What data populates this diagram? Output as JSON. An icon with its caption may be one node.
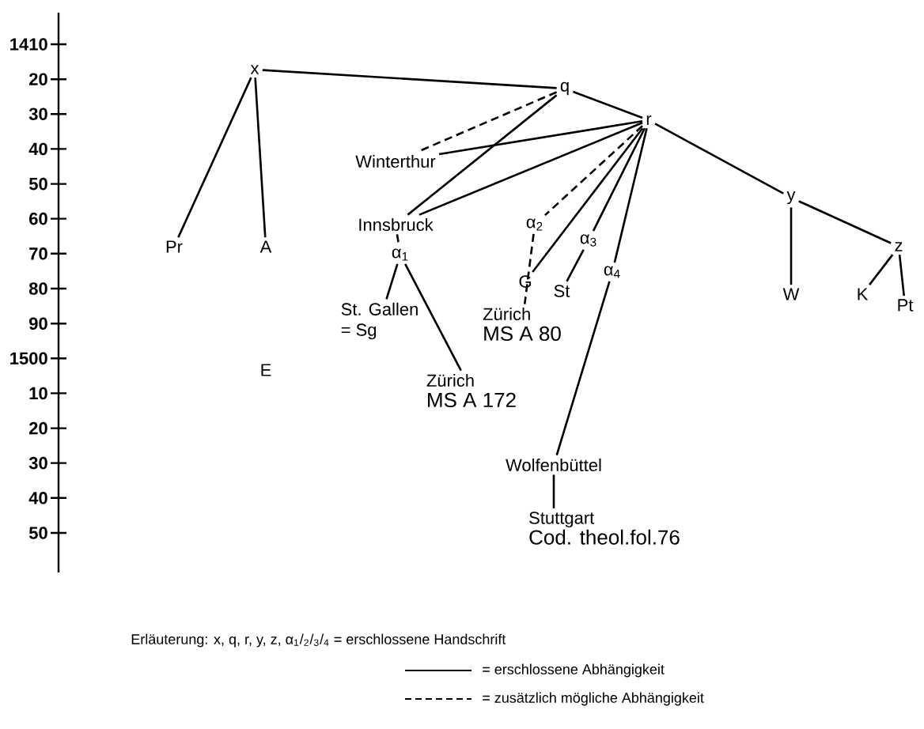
{
  "diagram": {
    "nodes": [
      {
        "text": [
          "x"
        ]
      },
      {
        "text": [
          "q"
        ]
      },
      {
        "text": [
          "r"
        ]
      },
      {
        "text": [
          "Winterthur"
        ]
      },
      {
        "text": [
          "Innsbruck"
        ]
      },
      {
        "text": [
          "α$_{1}$"
        ]
      },
      {
        "text": [
          "Pr"
        ]
      },
      {
        "text": [
          "A"
        ]
      },
      {
        "text": [
          "α$_{2}$"
        ]
      },
      {
        "text": [
          "G"
        ]
      },
      {
        "text": [
          "α$_{3}$"
        ]
      },
      {
        "text": [
          "St"
        ]
      },
      {
        "text": [
          "α$_{4}$"
        ]
      },
      {
        "text": [
          "St. Gallen",
          "= Sg"
        ]
      },
      {
        "text": [
          "Zürich",
          "MS A 80"
        ]
      },
      {
        "text": [
          "Zürich",
          "MS A 172"
        ]
      },
      {
        "text": [
          "Wolfenbüttel"
        ]
      },
      {
        "text": [
          "Stuttgart",
          "Cod. theol.fol.76"
        ]
      },
      {
        "text": [
          "y"
        ]
      },
      {
        "text": [
          "W"
        ]
      },
      {
        "text": [
          "z"
        ]
      },
      {
        "text": [
          "K"
        ]
      },
      {
        "text": [
          "Pt"
        ]
      }
    ],
    "edges": [
      {
        "from": 0,
        "to": 1,
        "arrow": "none"
      },
      {
        "from": 0,
        "to": 6,
        "arrow": "none"
      },
      {
        "from": 0,
        "to": 7,
        "arrow": "none"
      },
      {
        "from": 1,
        "to": 2,
        "arrow": "none"
      },
      {
        "from": 1,
        "to": 3,
        "arrow": "none",
        "style": "dashed"
      },
      {
        "from": 1,
        "to": 4,
        "arrow": "none"
      },
      {
        "from": 2,
        "to": 3,
        "arrow": "none"
      },
      {
        "from": 2,
        "to": 4,
        "arrow": "none"
      },
      {
        "from": 2,
        "to": 8,
        "arrow": "none",
        "style": "dashed"
      },
      {
        "from": 2,
        "to": 9,
        "arrow": "none"
      },
      {
        "from": 2,
        "to": 10,
        "arrow": "none"
      },
      {
        "from": 2,
        "to": 12,
        "arrow": "none"
      },
      {
        "from": 4,
        "to": 5,
        "arrow": "none",
        "style": "dashed"
      },
      {
        "from": 5,
        "to": 13,
        "arrow": "none"
      },
      {
        "from": 5,
        "to": 15,
        "arrow": "none"
      },
      {
        "from": 8,
        "to": 14,
        "arrow": "none",
        "style": "dashed"
      },
      {
        "from": 10,
        "to": 11,
        "arrow": "none"
      },
      {
        "from": 12,
        "to": 16,
        "arrow": "none"
      },
      {
        "from": 16,
        "to": 17,
        "arrow": "none"
      },
      {
        "from": 2,
        "to": 18,
        "arrow": "none"
      },
      {
        "from": 18,
        "to": 19,
        "arrow": "none"
      },
      {
        "from": 18,
        "to": 20,
        "arrow": "none"
      },
      {
        "from": 20,
        "to": 21,
        "arrow": "none"
      },
      {
        "from": 20,
        "to": 22,
        "arrow": "none"
      }
    ],
    "labels": [
      "1410",
      "20",
      "30",
      "40",
      "50",
      "60",
      "70",
      "80",
      "90",
      "1500",
      "10",
      "20",
      "30",
      "40",
      "50",
      "E",
      "Erläuterung: x, q, r, y, z, α$_{1}$/$_{2}$/$_{3}$/$_{4}$ = erschlossene Handschrift"
    ],
    "legend": [
      {
        "text": "= erschlossene Abhängigkeit"
      },
      {
        "text": "= zusätzlich mögliche Abhängigkeit"
      }
    ]
  }
}
